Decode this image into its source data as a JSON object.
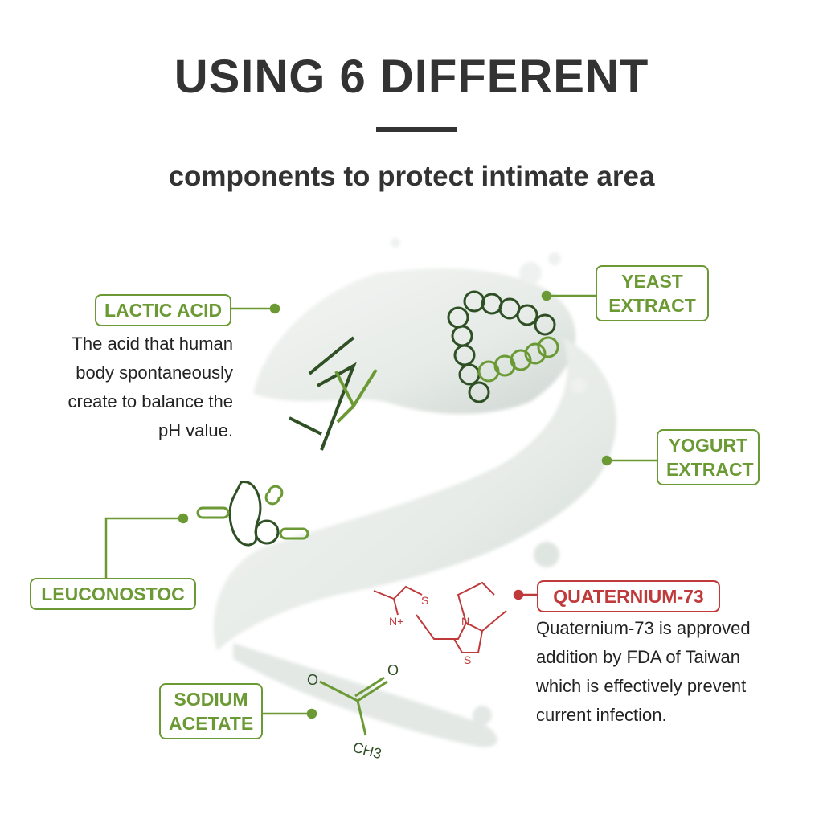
{
  "header": {
    "title": "USING 6 DIFFERENT",
    "subtitle": "components to protect intimate area"
  },
  "colors": {
    "green": "#6b9a34",
    "dark_green": "#2f4f25",
    "red": "#c0393b",
    "text": "#333333"
  },
  "components": [
    {
      "label": "LACTIC ACID",
      "description": [
        "The acid that human",
        "body spontaneously",
        "create to balance the",
        "pH value."
      ]
    },
    {
      "label_lines": [
        "YEAST",
        "EXTRACT"
      ]
    },
    {
      "label_lines": [
        "YOGURT",
        "EXTRACT"
      ]
    },
    {
      "label": "LEUCONOSTOC"
    },
    {
      "label": "QUATERNIUM-73",
      "description": [
        "Quaternium-73 is approved",
        "addition by FDA of Taiwan",
        "which is effectively prevent",
        "current infection."
      ]
    },
    {
      "label_lines": [
        "SODIUM",
        "ACETATE"
      ]
    }
  ],
  "molecules": {
    "quaternium": {
      "s1": "S",
      "n1": "N+",
      "n2": "N",
      "s2": "S"
    },
    "acetate": {
      "o1": "O",
      "o2": "O",
      "ch3": "CH3"
    }
  }
}
